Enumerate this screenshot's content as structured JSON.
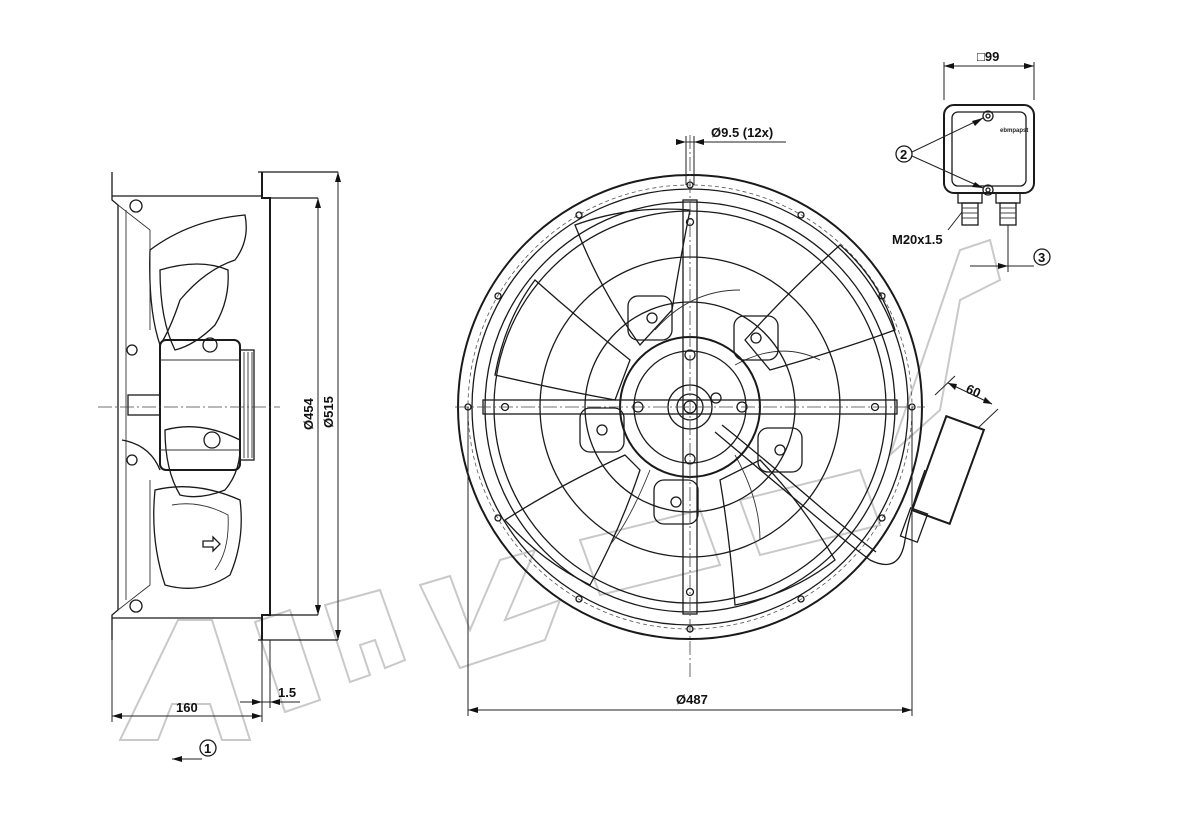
{
  "dimensions": {
    "square_box": "□99",
    "hole": "Ø9.5 (12x)",
    "inner_dia": "Ø454",
    "outer_dia": "Ø515",
    "bolt_circle": "Ø487",
    "depth": "160",
    "flange": "1.5",
    "box_offset": "60",
    "gland": "M20x1.5"
  },
  "callouts": {
    "one": "1",
    "two": "2",
    "three": "3"
  },
  "box_logo": "ebmpapst",
  "watermark": "AIRKOOL"
}
